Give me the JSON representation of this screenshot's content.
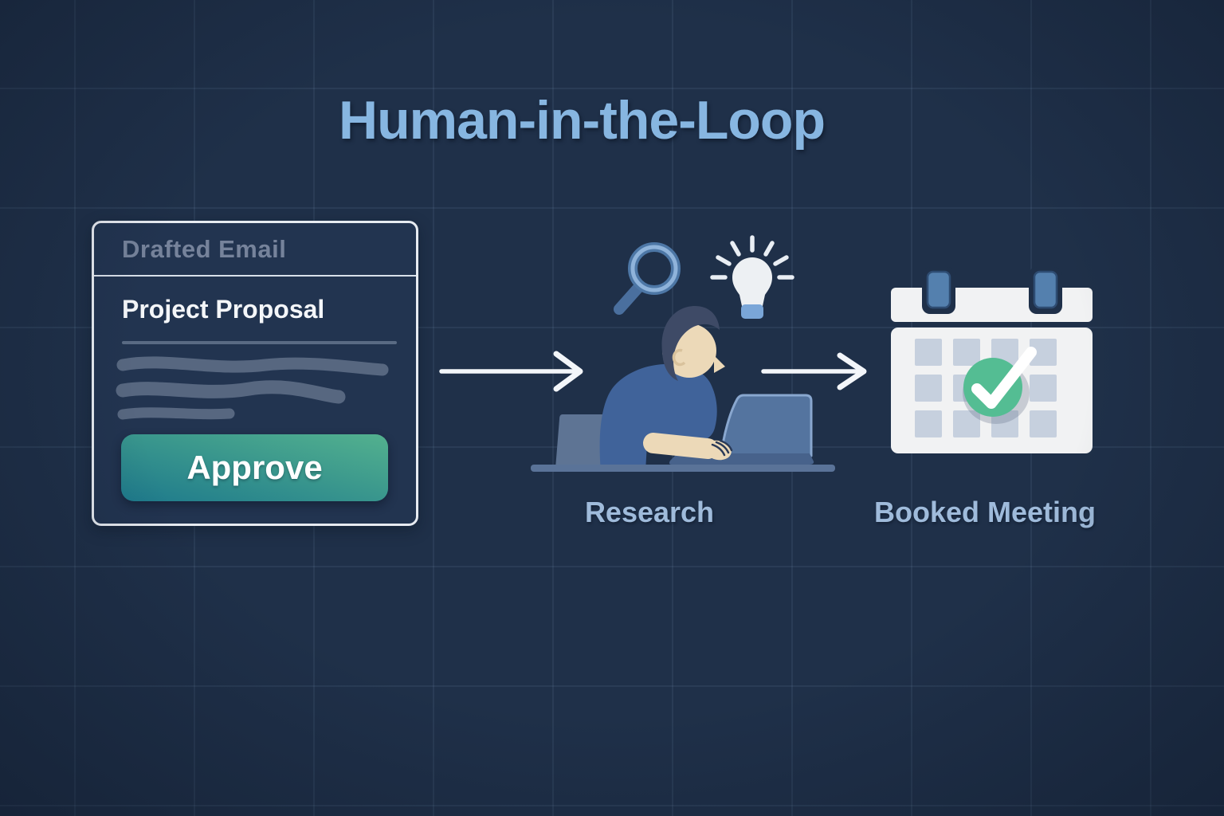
{
  "title": "Human-in-the-Loop",
  "email_card": {
    "header": "Drafted Email",
    "subject": "Project Proposal",
    "approve_label": "Approve"
  },
  "labels": {
    "research": "Research",
    "booked_meeting": "Booked Meeting"
  },
  "icons": {
    "magnifier": "magnifier-icon",
    "lightbulb": "lightbulb-icon",
    "person_laptop": "person-at-laptop-illustration",
    "calendar_check": "calendar-check-icon",
    "checkmark": "checkmark-icon",
    "arrow": "arrow-right-icon"
  },
  "colors": {
    "background": "#1f3049",
    "grid_line": "#2f4363",
    "title_text": "#87b6e1",
    "step_label_text": "#9fbbdb",
    "card_border": "#e7ebf1",
    "card_background": "#223450",
    "card_header_text": "#76839b",
    "subject_text": "#f4f6f9",
    "scribble": "#5d6d86",
    "approve_gradient_start": "#53b18e",
    "approve_gradient_end": "#1e7a8c",
    "approve_text": "#ffffff",
    "calendar_body": "#f1f2f3",
    "calendar_cell": "#c6d0de",
    "calendar_tab": "#5480ae",
    "check_circle": "#54bd93",
    "arrow": "#f3f6fa",
    "shirt": "#40639a",
    "skin": "#ecd9b8",
    "hair": "#3e4a66",
    "laptop": "#54749f",
    "desk": "#5a7398"
  }
}
